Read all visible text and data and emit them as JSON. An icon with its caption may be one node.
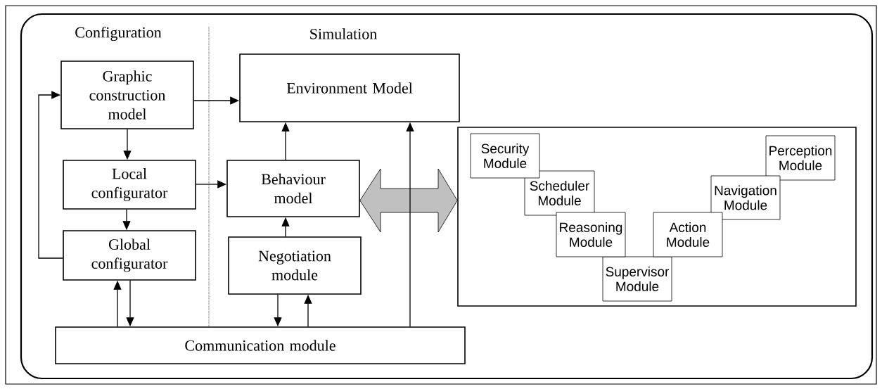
{
  "diagram": {
    "nodes": [
      {
        "text": [
          "Graphic construction model"
        ]
      },
      {
        "text": [
          "Environment Model"
        ]
      },
      {
        "text": [
          "Local configurator"
        ]
      },
      {
        "text": [
          "Behaviour model"
        ]
      },
      {
        "text": [
          "Global configurator"
        ]
      },
      {
        "text": [
          "Negotiation module"
        ]
      },
      {
        "text": [
          "Communication module"
        ]
      },
      {
        "text": [],
        "shape": "box"
      },
      {
        "text": [
          "Security Module"
        ],
        "in": 7
      },
      {
        "text": [
          "Scheduler Module"
        ],
        "in": 7
      },
      {
        "text": [
          "Reasoning Module"
        ],
        "in": 7
      },
      {
        "text": [
          "Supervisor Module"
        ],
        "in": 7
      },
      {
        "text": [
          "Action Module"
        ],
        "in": 7
      },
      {
        "text": [
          "Navigation Module"
        ],
        "in": 7
      },
      {
        "text": [
          "Perception Module"
        ],
        "in": 7
      }
    ],
    "edges": [
      {
        "from": 0,
        "to": 1,
        "arrow": "to"
      },
      {
        "from": 4,
        "to": 0,
        "arrow": "to"
      },
      {
        "from": 0,
        "to": 2,
        "arrow": "to"
      },
      {
        "from": 2,
        "to": 3,
        "arrow": "to"
      },
      {
        "from": 2,
        "to": 4,
        "arrow": "to"
      },
      {
        "from": 3,
        "to": 1,
        "arrow": "to"
      },
      {
        "from": 5,
        "to": 3,
        "arrow": "to"
      },
      {
        "from": 3,
        "to": 7,
        "arrow": "both",
        "style": "thick",
        "color": "#c0c0c0"
      },
      {
        "from": 6,
        "to": 4,
        "arrow": "to"
      },
      {
        "from": 4,
        "to": 6,
        "arrow": "to"
      },
      {
        "from": 5,
        "to": 6,
        "arrow": "to"
      },
      {
        "from": 6,
        "to": 5,
        "arrow": "to"
      },
      {
        "from": 6,
        "to": 1,
        "arrow": "to"
      }
    ],
    "labels": [
      "Configuration",
      "Simulation"
    ]
  }
}
